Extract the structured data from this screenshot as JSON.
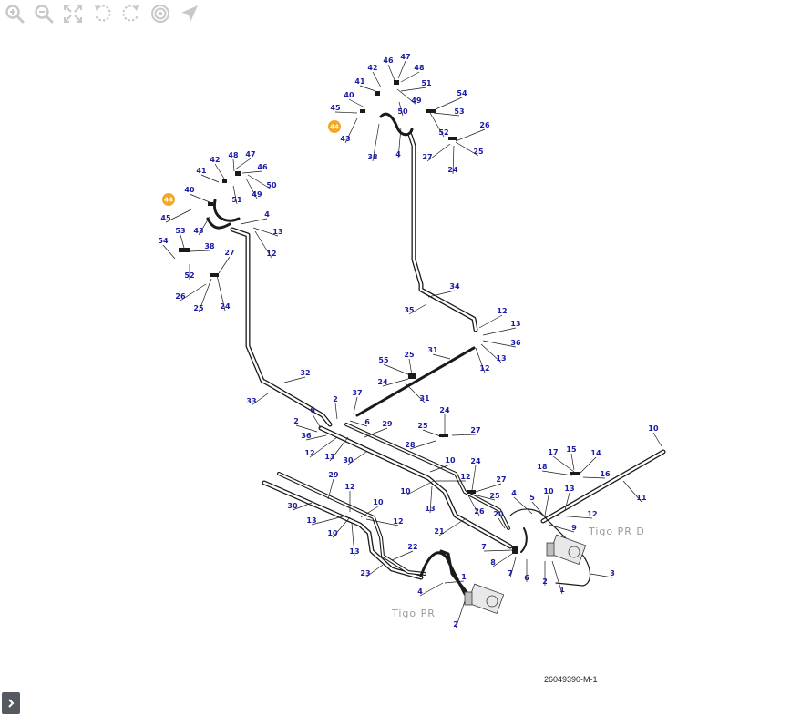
{
  "toolbar": {
    "buttons": [
      {
        "name": "zoom-in-button",
        "icon": "zoom-in-icon"
      },
      {
        "name": "zoom-out-button",
        "icon": "zoom-out-icon"
      },
      {
        "name": "fit-view-button",
        "icon": "fit-screen-icon"
      },
      {
        "name": "rotate-left-button",
        "icon": "rotate-left-icon"
      },
      {
        "name": "rotate-right-button",
        "icon": "rotate-right-icon"
      },
      {
        "name": "target-button",
        "icon": "target-icon"
      },
      {
        "name": "locate-button",
        "icon": "navigate-arrow-icon"
      }
    ],
    "icon_color": "#c8c8c8"
  },
  "diagram": {
    "drawing_number": "26049390-M-1",
    "ghost_labels": [
      "Tigo PR D",
      "Tigo PR"
    ],
    "ref_badge": "44",
    "ref_badge_color": "#f2a727",
    "label_color": "#1a1aa6",
    "callouts": [
      "46",
      "47",
      "42",
      "48",
      "41",
      "51",
      "40",
      "49",
      "45",
      "50",
      "44",
      "43",
      "38",
      "4",
      "54",
      "53",
      "26",
      "52",
      "27",
      "25",
      "24",
      "42",
      "48",
      "47",
      "41",
      "46",
      "40",
      "50",
      "51",
      "49",
      "44",
      "45",
      "43",
      "4",
      "13",
      "53",
      "12",
      "54",
      "38",
      "27",
      "52",
      "26",
      "25",
      "24",
      "34",
      "35",
      "12",
      "13",
      "36",
      "13",
      "12",
      "25",
      "55",
      "31",
      "24",
      "31",
      "32",
      "33",
      "37",
      "2",
      "6",
      "6",
      "29",
      "2",
      "36",
      "12",
      "13",
      "30",
      "24",
      "25",
      "27",
      "28",
      "10",
      "24",
      "12",
      "27",
      "10",
      "13",
      "25",
      "26",
      "29",
      "12",
      "10",
      "30",
      "13",
      "12",
      "10",
      "13",
      "21",
      "22",
      "23",
      "1",
      "4",
      "2",
      "10",
      "17",
      "15",
      "14",
      "18",
      "16",
      "11",
      "10",
      "13",
      "4",
      "5",
      "12",
      "20",
      "9",
      "7",
      "8",
      "7",
      "6",
      "2",
      "1",
      "3"
    ]
  },
  "panel": {
    "toggle_icon": "chevron-right-icon"
  }
}
